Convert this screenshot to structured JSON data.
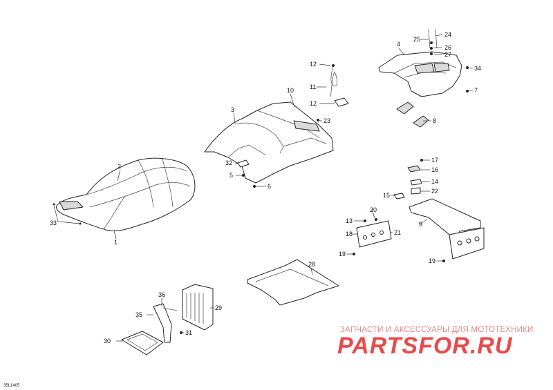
{
  "callouts": [
    "1",
    "2",
    "3",
    "4",
    "5",
    "6",
    "7",
    "8",
    "9",
    "10",
    "11",
    "12",
    "12",
    "13",
    "14",
    "15",
    "16",
    "17",
    "18",
    "19",
    "19",
    "20",
    "21",
    "22",
    "23",
    "24",
    "25",
    "26",
    "27",
    "28",
    "29",
    "30",
    "31",
    "32",
    "33",
    "34",
    "35",
    "36"
  ],
  "diagram_code": "35L1405",
  "watermark": {
    "tagline": "ЗАПЧАСТИ И АКСЕССУАРЫ ДЛЯ МОТОТЕХНИКИ",
    "brand": "PARTSFOR.RU"
  }
}
